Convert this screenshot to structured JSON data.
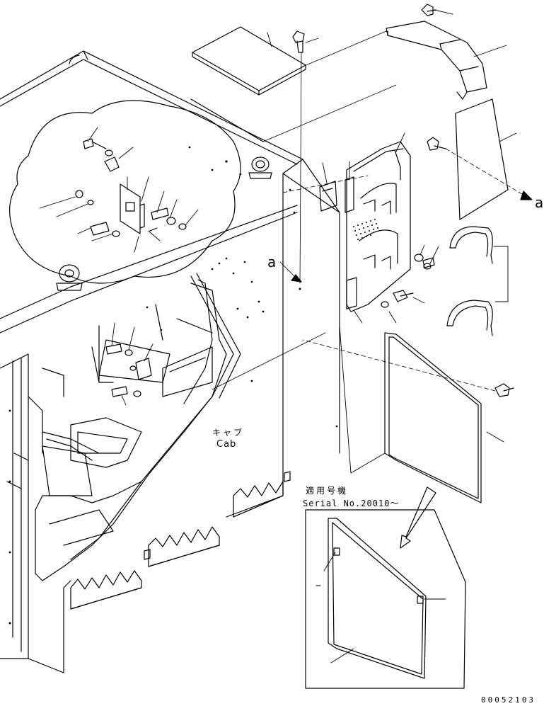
{
  "view_ref_left": "a",
  "view_ref_right": "a",
  "cab_label_jp": "キャブ",
  "cab_label_en": "Cab",
  "serial_note_jp": "適用号機",
  "serial_note_en": "Serial No.20010～",
  "drawing_number": "00052103",
  "inset_tick": "−"
}
